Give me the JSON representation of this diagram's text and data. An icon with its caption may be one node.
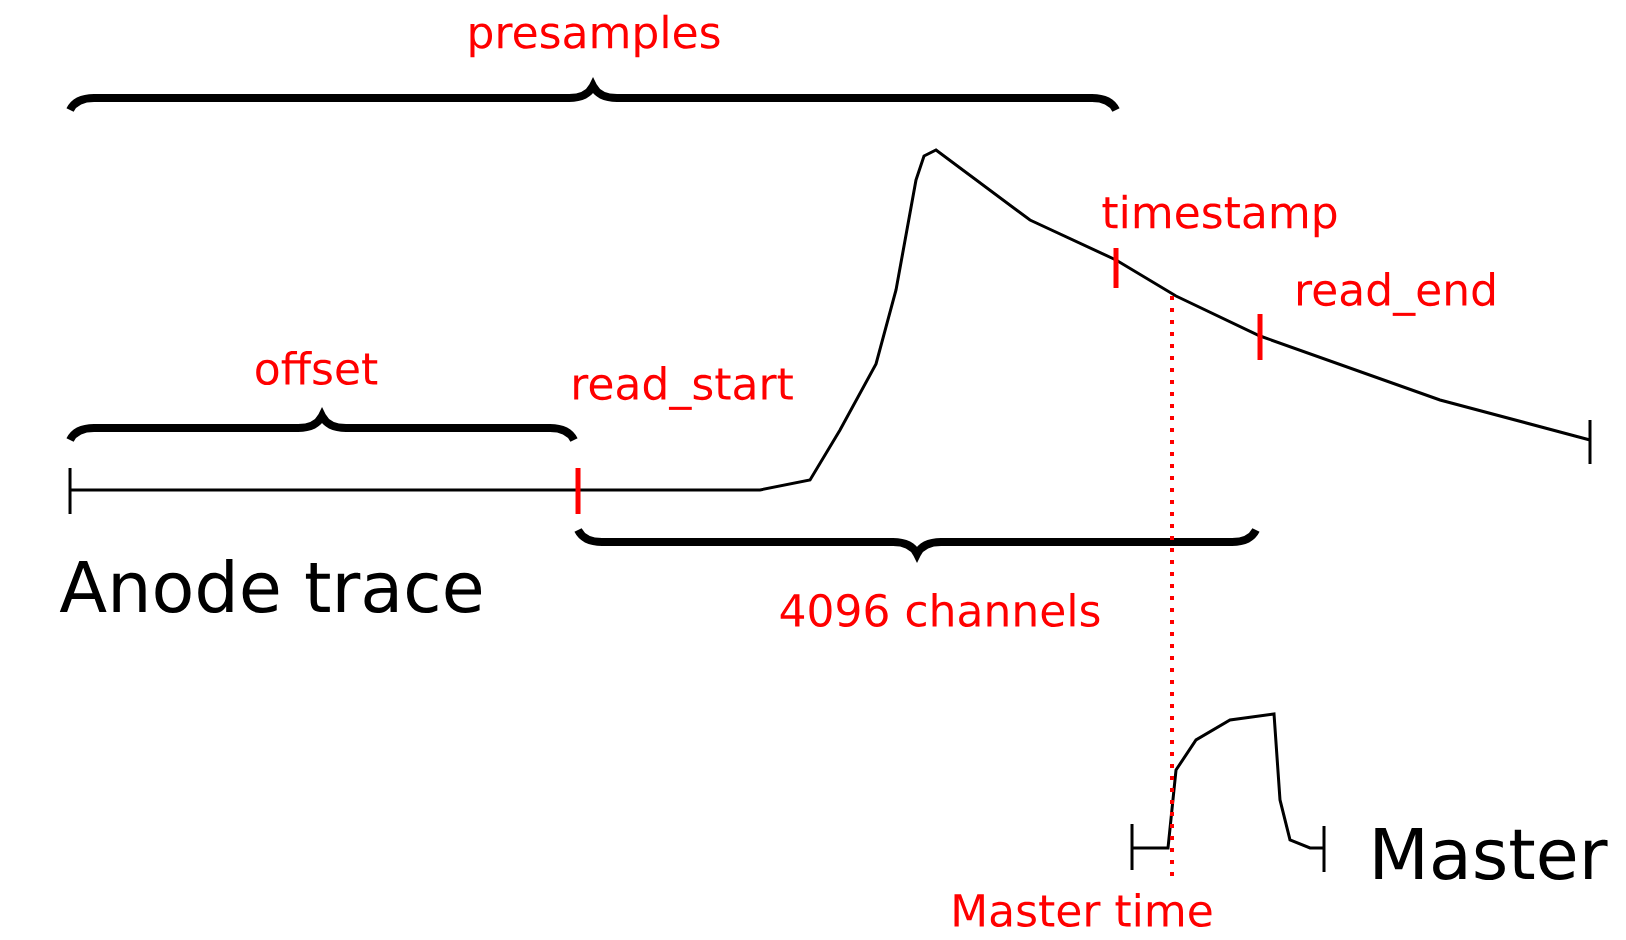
{
  "diagram": {
    "labels": [
      "presamples",
      "timestamp",
      "read_end",
      "offset",
      "read_start",
      "Anode trace",
      "4096 channels",
      "Master",
      "Master time"
    ]
  }
}
